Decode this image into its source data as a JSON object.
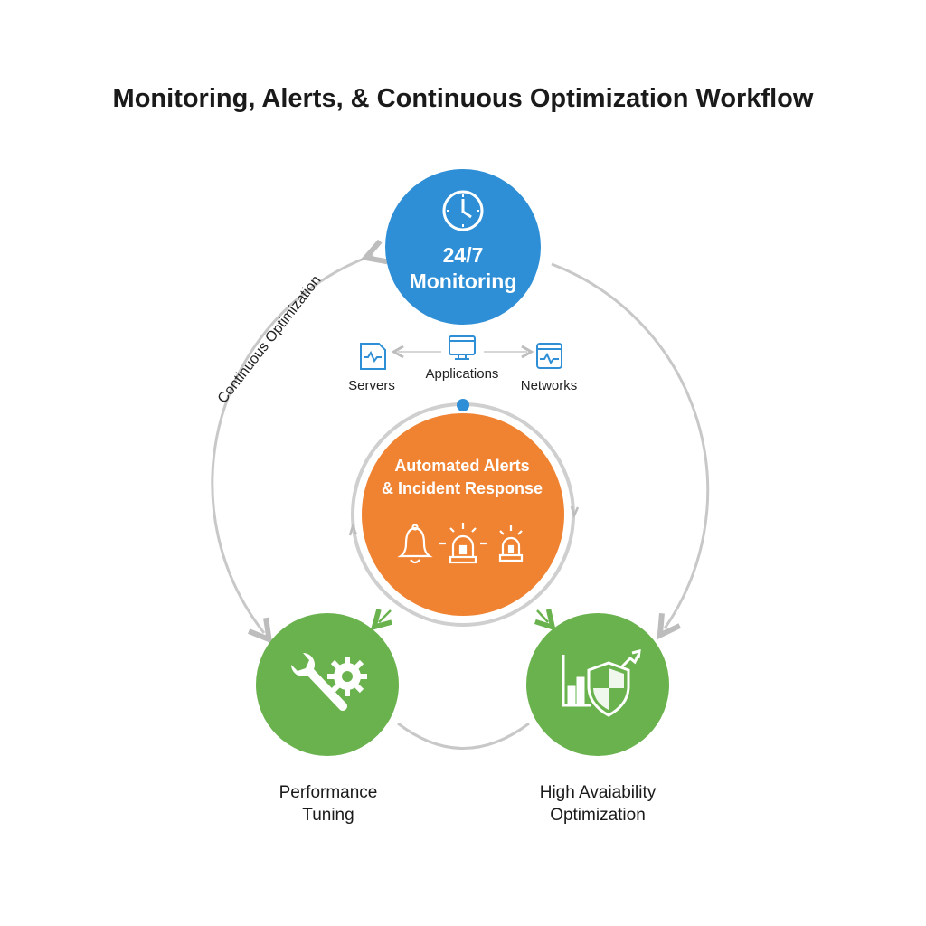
{
  "title": "Monitoring, Alerts, & Continuous Optimization Workflow",
  "colors": {
    "blue": "#2f8fd6",
    "orange": "#f08332",
    "green": "#6ab24e",
    "arc": "#c8c8c8",
    "text": "#1a1a1a"
  },
  "monitoring": {
    "line1": "24/7",
    "line2": "Monitoring",
    "icon": "clock-icon"
  },
  "targets": {
    "servers": "Servers",
    "applications": "Applications",
    "networks": "Networks"
  },
  "alerts": {
    "line1": "Automated Alerts",
    "line2": "& Incident Response",
    "icons": [
      "bell-icon",
      "siren-icon",
      "siren-icon"
    ]
  },
  "loop_label": "Continuous Optimization",
  "performance": {
    "line1": "Performance",
    "line2": "Tuning",
    "icon": "wrench-gear-icon"
  },
  "availability": {
    "line1": "High Avaiability",
    "line2": "Optimization",
    "icon": "chart-shield-icon"
  }
}
